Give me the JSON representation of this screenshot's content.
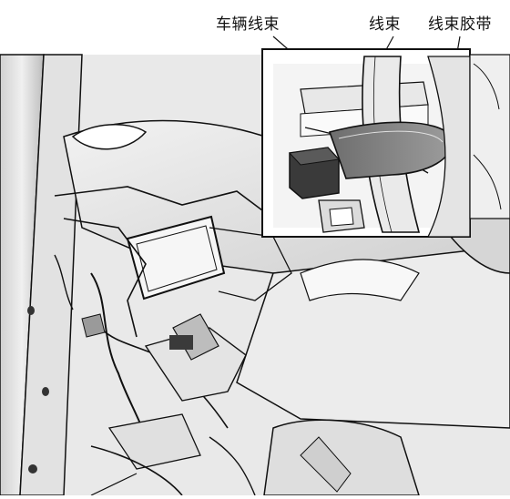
{
  "labels": {
    "vehicle_harness": "车辆线束",
    "harness": "线束",
    "harness_tie": "线束胶带"
  },
  "colors": {
    "line_art": "#111111",
    "panel_fill": "#e6e6e6",
    "shadow_fill": "#9a9a9a",
    "dark_fill": "#3a3a3a",
    "background": "#ffffff"
  },
  "icons": {
    "brand_emblem": "honda-h-icon"
  }
}
